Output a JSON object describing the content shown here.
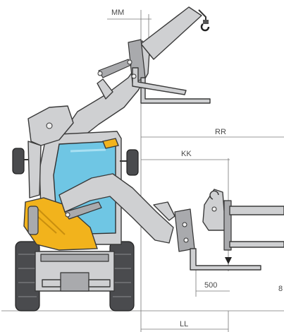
{
  "dimensions": {
    "mm": "MM",
    "rr": "RR",
    "kk": "KK",
    "fork_offset": "500",
    "ll": "LL",
    "right_edge": "8"
  },
  "colors": {
    "body": "#cfd0d2",
    "glass": "#6fc6e4",
    "yellow": "#f2b31c",
    "tire": "#4a4b4e"
  }
}
